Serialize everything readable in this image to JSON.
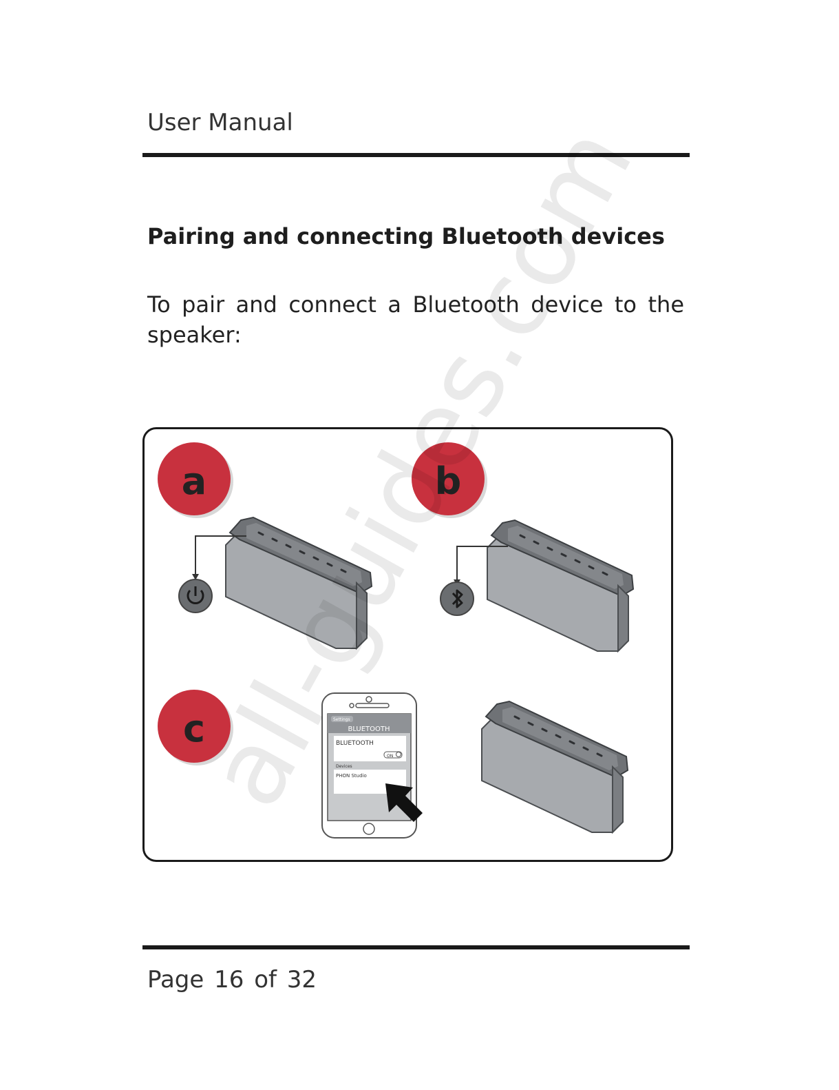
{
  "header": {
    "title": "User Manual"
  },
  "section": {
    "title": "Pairing and connecting Bluetooth devices",
    "intro": "To pair and connect a Bluetooth device to the speaker:"
  },
  "figure": {
    "steps": {
      "a": "a",
      "b": "b",
      "c": "c"
    },
    "phone": {
      "back_label": "Settings",
      "header": "BLUETOOTH",
      "toggle_label": "BLUETOOTH",
      "toggle_state": "ON",
      "devices_label": "Devices",
      "device_name": "PHON Studio"
    },
    "colors": {
      "step_badge": "#c8313e",
      "device_body": "#a7aaae",
      "device_dark": "#595c60"
    }
  },
  "watermark": "all-guides.com",
  "footer": {
    "page": "Page 16 of 32"
  }
}
